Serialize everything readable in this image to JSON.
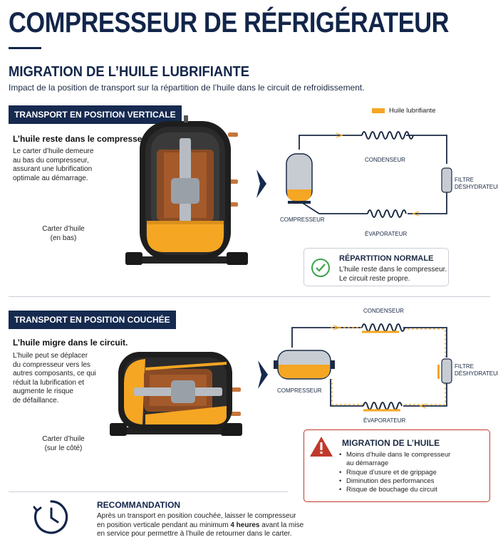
{
  "header": {
    "title": "COMPRESSEUR DE RÉFRIGÉRATEUR",
    "heading": "MIGRATION DE L’HUILE LUBRIFIANTE",
    "subtitle": "Impact de la position de transport sur la répartition de l’huile dans le circuit de refroidissement."
  },
  "legend": {
    "label": "Huile lubrifiante",
    "color": "#f5a623"
  },
  "vertical": {
    "tag": "TRANSPORT EN POSITION VERTICALE",
    "headline": "L’huile reste dans le compresseur.",
    "description": [
      "Le carter d’huile demeure",
      "au bas du compresseur,",
      "assurant une lubrification",
      "optimale au démarrage."
    ],
    "callout": [
      "Carter d’huile",
      "(en bas)"
    ],
    "diagram": {
      "condenser": "CONDENSEUR",
      "evaporator": "ÉVAPORATEUR",
      "compressor": "COMPRESSEUR",
      "filter": [
        "FILTRE",
        "DÉSHYDRATEUR"
      ]
    },
    "status": {
      "title": "RÉPARTITION NORMALE",
      "lines": [
        "L’huile reste dans le compresseur.",
        "Le circuit reste propre."
      ],
      "color": "#3aa34a"
    }
  },
  "horizontal": {
    "tag": "TRANSPORT EN POSITION COUCHÉE",
    "headline": "L’huile migre dans le circuit.",
    "description": [
      "L’huile peut se déplacer",
      "du compresseur vers les",
      "autres composants, ce qui",
      "réduit la lubrification et",
      "augmente le risque",
      "de défaillance."
    ],
    "callout": [
      "Carter d’huile",
      "(sur le côté)"
    ],
    "diagram": {
      "condenser": "CONDENSEUR",
      "evaporator": "ÉVAPORATEUR",
      "compressor": "COMPRESSEUR",
      "filter": [
        "FILTRE",
        "DÉSHYDRATEUR"
      ]
    },
    "warning": {
      "title": "MIGRATION DE L’HUILE",
      "items": [
        "Moins d’huile dans le compresseur",
        "au démarrage",
        "Risque d’usure et de grippage",
        "Diminution des performances",
        "Risque de bouchage du circuit"
      ],
      "color": "#c0392b"
    }
  },
  "recommendation": {
    "title": "RECOMMANDATION",
    "lines": [
      "Après un transport en position couchée, laisser le compresseur",
      "en position verticale pendant au minimum",
      "4 heures",
      "avant la mise",
      "en service pour permettre à l’huile de retourner dans le carter."
    ]
  },
  "colors": {
    "navy": "#12254a",
    "oil": "#f5a623",
    "alert": "#c0392b",
    "ok": "#3aa34a"
  }
}
